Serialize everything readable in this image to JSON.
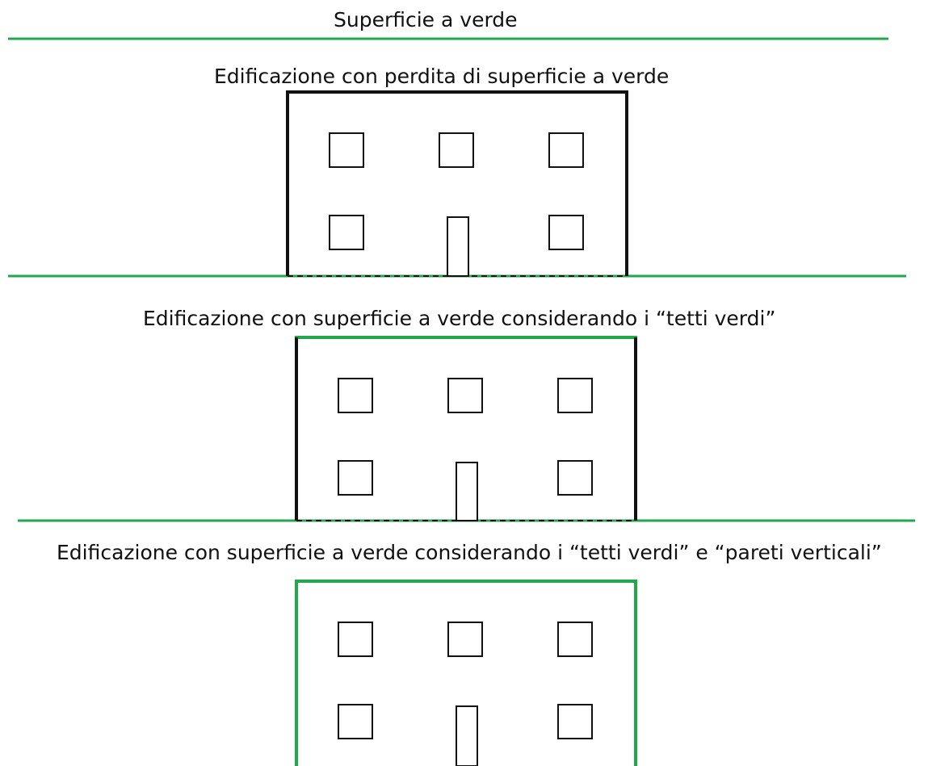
{
  "colors": {
    "green": "#22a84c",
    "black": "#111111",
    "background": "#ffffff"
  },
  "sections": [
    {
      "caption": "Superficie a verde",
      "ground": "green",
      "building": null
    },
    {
      "caption": "Edificazione con perdita di superficie a verde",
      "ground": "green",
      "building": {
        "roof": "black",
        "walls": "black",
        "base": "dashed"
      }
    },
    {
      "caption": "Edificazione con superficie a verde considerando i “tetti verdi”",
      "ground": "green",
      "building": {
        "roof": "green",
        "walls": "black",
        "base": "dashed"
      }
    },
    {
      "caption": "Edificazione  con superficie a verde considerando i “tetti verdi” e “pareti verticali”",
      "ground": null,
      "building": {
        "roof": "green",
        "walls": "green",
        "base": "none"
      }
    }
  ],
  "icons": {
    "window": "square-window-icon",
    "door": "door-icon"
  }
}
